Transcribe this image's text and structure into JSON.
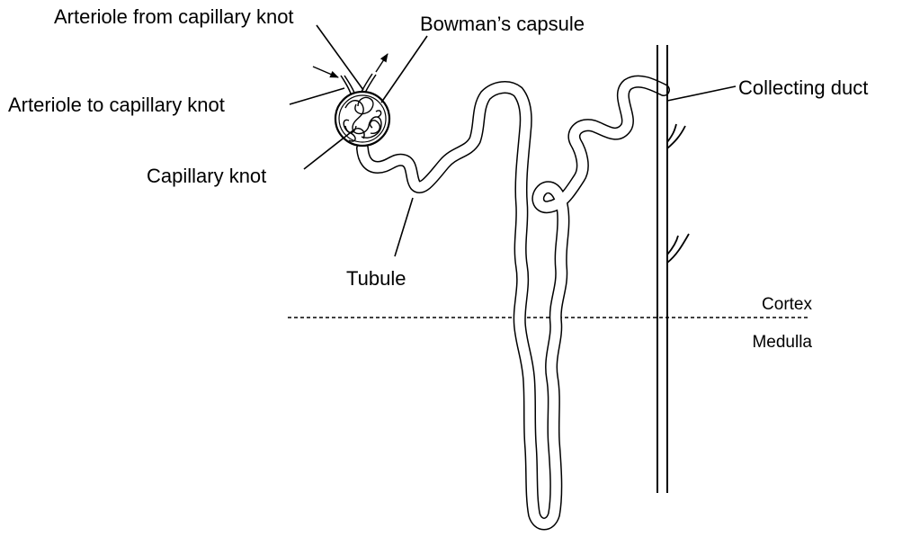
{
  "labels": {
    "arteriole_from": "Arteriole from capillary knot",
    "bowmans_capsule": "Bowman’s capsule",
    "arteriole_to": "Arteriole to capillary knot",
    "capillary_knot": "Capillary knot",
    "tubule": "Tubule",
    "collecting_duct": "Collecting duct",
    "cortex": "Cortex",
    "medulla": "Medulla"
  },
  "colors": {
    "stroke": "#000000",
    "background": "#ffffff"
  }
}
